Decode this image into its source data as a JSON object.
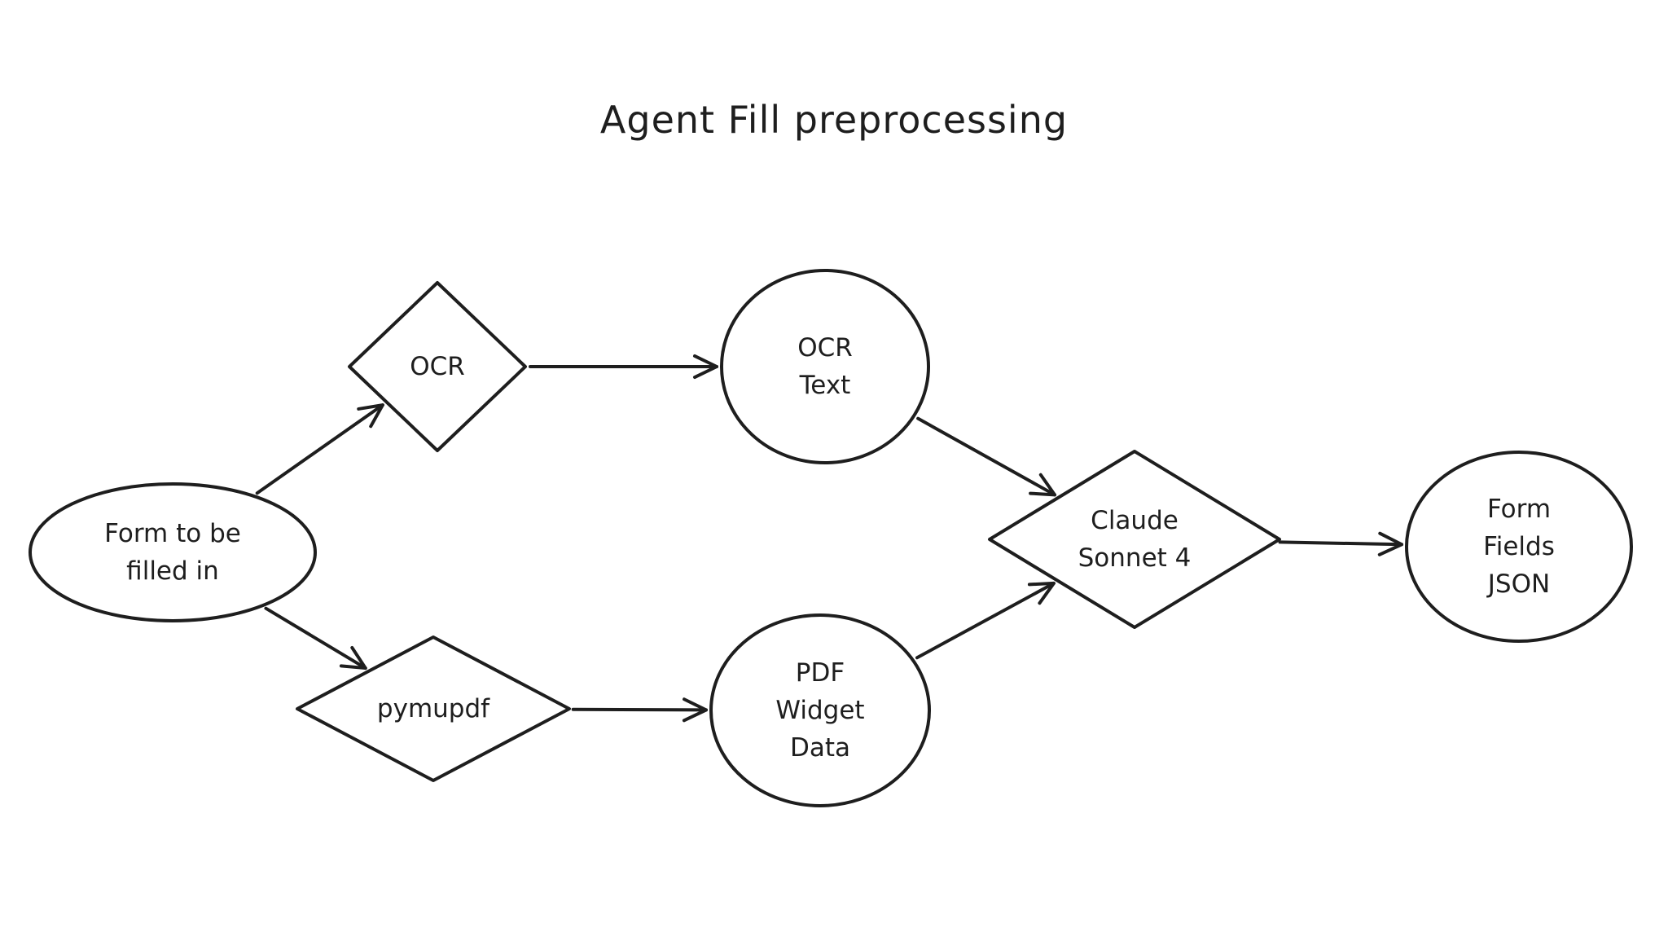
{
  "title": "Agent Fill preprocessing",
  "colors": {
    "stroke": "#1e1e1e",
    "background": "#ffffff",
    "text": "#1e1e1e"
  },
  "nodes": [
    {
      "id": "form",
      "shape": "ellipse",
      "lines": [
        "Form to be",
        "filled in"
      ]
    },
    {
      "id": "ocr",
      "shape": "diamond",
      "lines": [
        "OCR"
      ]
    },
    {
      "id": "pymupdf",
      "shape": "diamond",
      "lines": [
        "pymupdf"
      ]
    },
    {
      "id": "ocr_text",
      "shape": "ellipse",
      "lines": [
        "OCR",
        "Text"
      ]
    },
    {
      "id": "pdf_widget",
      "shape": "ellipse",
      "lines": [
        "PDF",
        "Widget",
        "Data"
      ]
    },
    {
      "id": "claude",
      "shape": "diamond",
      "lines": [
        "Claude",
        "Sonnet 4"
      ]
    },
    {
      "id": "form_fields",
      "shape": "ellipse",
      "lines": [
        "Form",
        "Fields",
        "JSON"
      ]
    }
  ],
  "edges": [
    {
      "from": "form",
      "to": "ocr"
    },
    {
      "from": "form",
      "to": "pymupdf"
    },
    {
      "from": "ocr",
      "to": "ocr_text"
    },
    {
      "from": "pymupdf",
      "to": "pdf_widget"
    },
    {
      "from": "ocr_text",
      "to": "claude"
    },
    {
      "from": "pdf_widget",
      "to": "claude"
    },
    {
      "from": "claude",
      "to": "form_fields"
    }
  ]
}
